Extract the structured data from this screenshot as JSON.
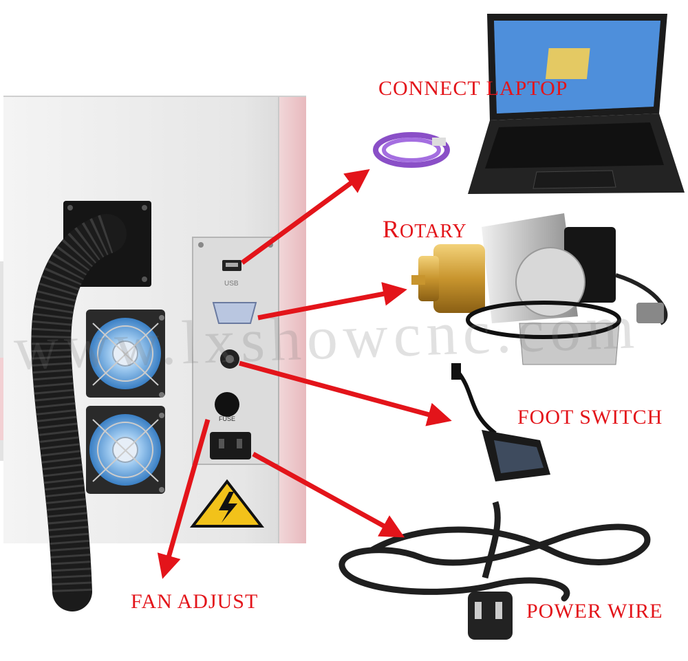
{
  "labels": {
    "connect_laptop": "CONNECT LAPTOP",
    "rotary_initial": "R",
    "rotary_rest": "OTARY",
    "foot_switch": "FOOT SWITCH",
    "fan_adjust": "FAN ADJUST",
    "power_wire": "POWER WIRE"
  },
  "watermark": "www.lxshowcnc.com",
  "panel": {
    "usb_label": "USB",
    "fuse_label": "FUSE"
  },
  "colors": {
    "annotation_red": "#e3141a",
    "machine_body": "#ececec",
    "panel_silver": "#d9d9d9",
    "fan_blue": "#3a7fc4"
  }
}
